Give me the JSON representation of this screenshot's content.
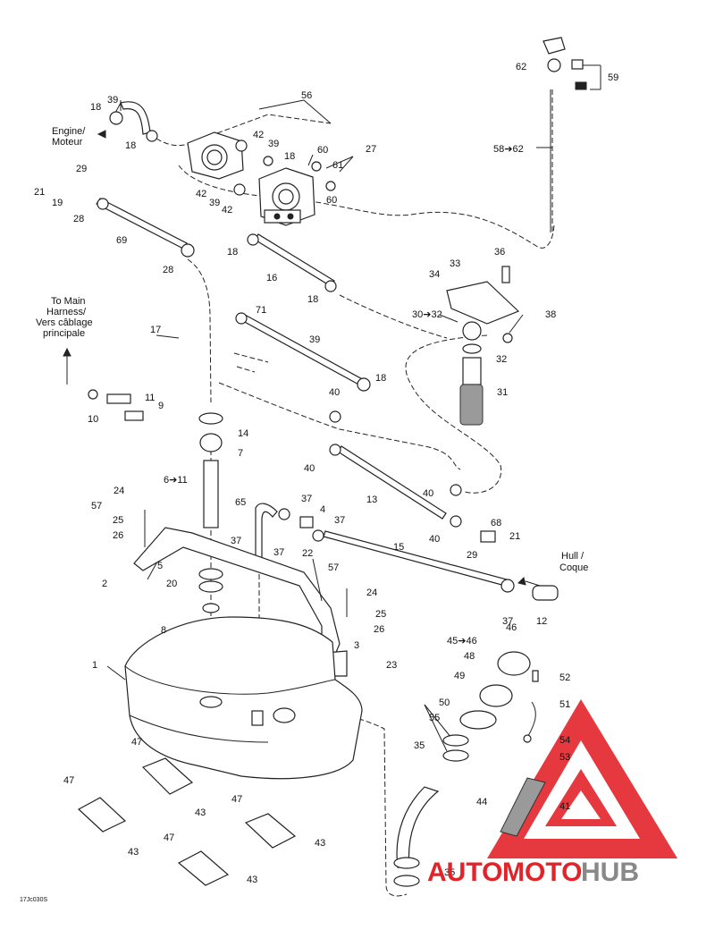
{
  "diagram": {
    "code": "17Jc030S",
    "notes": {
      "engine_line1": "Engine/",
      "engine_line2": "Moteur",
      "harness_line1": "To Main",
      "harness_line2": "Harness/",
      "harness_line3": "Vers câblage",
      "harness_line4": "principale",
      "hull_line1": "Hull /",
      "hull_line2": "Coque"
    },
    "callouts": [
      {
        "text": "62"
      },
      {
        "text": "59"
      },
      {
        "text": "56"
      },
      {
        "text": "39"
      },
      {
        "text": "18"
      },
      {
        "text": "18"
      },
      {
        "text": "42"
      },
      {
        "text": "39"
      },
      {
        "text": "18"
      },
      {
        "text": "60"
      },
      {
        "text": "27"
      },
      {
        "text": "61"
      },
      {
        "text": "58➔62"
      },
      {
        "text": "29"
      },
      {
        "text": "21"
      },
      {
        "text": "19"
      },
      {
        "text": "42"
      },
      {
        "text": "39"
      },
      {
        "text": "42"
      },
      {
        "text": "60"
      },
      {
        "text": "28"
      },
      {
        "text": "69"
      },
      {
        "text": "18"
      },
      {
        "text": "28"
      },
      {
        "text": "16"
      },
      {
        "text": "36"
      },
      {
        "text": "33"
      },
      {
        "text": "34"
      },
      {
        "text": "18"
      },
      {
        "text": "71"
      },
      {
        "text": "30➔32"
      },
      {
        "text": "38"
      },
      {
        "text": "17"
      },
      {
        "text": "39"
      },
      {
        "text": "32"
      },
      {
        "text": "18"
      },
      {
        "text": "11"
      },
      {
        "text": "9"
      },
      {
        "text": "10"
      },
      {
        "text": "40"
      },
      {
        "text": "31"
      },
      {
        "text": "14"
      },
      {
        "text": "7"
      },
      {
        "text": "40"
      },
      {
        "text": "13"
      },
      {
        "text": "6➔11"
      },
      {
        "text": "40"
      },
      {
        "text": "24"
      },
      {
        "text": "65"
      },
      {
        "text": "37"
      },
      {
        "text": "4"
      },
      {
        "text": "57"
      },
      {
        "text": "37"
      },
      {
        "text": "68"
      },
      {
        "text": "25"
      },
      {
        "text": "26"
      },
      {
        "text": "40"
      },
      {
        "text": "21"
      },
      {
        "text": "29"
      },
      {
        "text": "15"
      },
      {
        "text": "37"
      },
      {
        "text": "5"
      },
      {
        "text": "22"
      },
      {
        "text": "37"
      },
      {
        "text": "2"
      },
      {
        "text": "57"
      },
      {
        "text": "20"
      },
      {
        "text": "24"
      },
      {
        "text": "37"
      },
      {
        "text": "12"
      },
      {
        "text": "25"
      },
      {
        "text": "8"
      },
      {
        "text": "26"
      },
      {
        "text": "46"
      },
      {
        "text": "45➔46"
      },
      {
        "text": "3"
      },
      {
        "text": "48"
      },
      {
        "text": "1"
      },
      {
        "text": "23"
      },
      {
        "text": "49"
      },
      {
        "text": "52"
      },
      {
        "text": "50"
      },
      {
        "text": "51"
      },
      {
        "text": "55"
      },
      {
        "text": "54"
      },
      {
        "text": "35"
      },
      {
        "text": "53"
      },
      {
        "text": "47"
      },
      {
        "text": "44"
      },
      {
        "text": "43"
      },
      {
        "text": "47"
      },
      {
        "text": "41"
      },
      {
        "text": "47"
      },
      {
        "text": "43"
      },
      {
        "text": "43"
      },
      {
        "text": "47"
      },
      {
        "text": "35"
      },
      {
        "text": "43"
      }
    ]
  },
  "watermark": {
    "part1": "AUTO",
    "part2": "MOTO",
    "part3": "HUB",
    "colors": {
      "red": "#e2242a",
      "grey": "#888888"
    }
  }
}
